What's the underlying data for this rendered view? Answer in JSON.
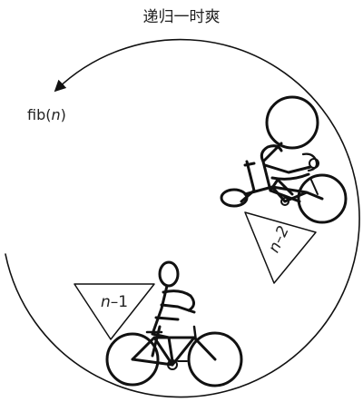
{
  "title": "递归一时爽",
  "labels": {
    "fib_prefix": "fib(",
    "fib_arg": "n",
    "fib_suffix": ")",
    "rider_upper": "n–2",
    "rider_lower_var": "n",
    "rider_lower_rest": "–1"
  },
  "colors": {
    "ink": "#111111",
    "background": "#ffffff"
  }
}
